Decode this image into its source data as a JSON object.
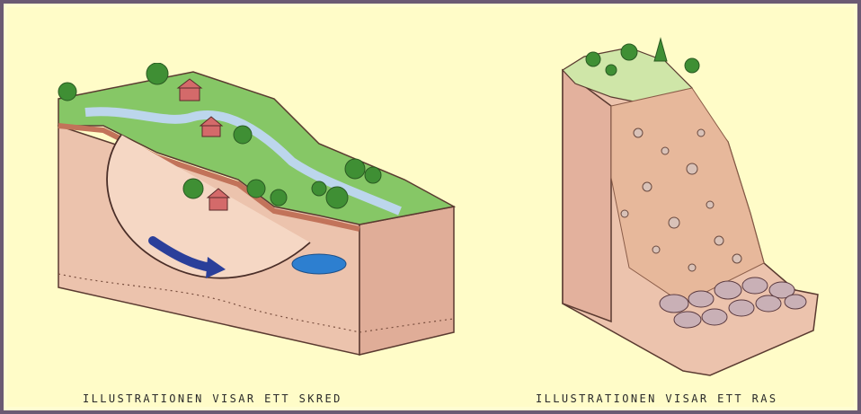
{
  "figures": [
    {
      "id": "skred",
      "caption": "ILLUSTRATIONEN VISAR ETT SKRED"
    },
    {
      "id": "ras",
      "caption": "ILLUSTRATIONEN VISAR ETT RAS"
    }
  ],
  "colors": {
    "background": "#fffcc8",
    "border": "#6b5a73",
    "soil_upper": "#f0c9b0",
    "soil_lower": "#e8b9a6",
    "grass": "#7cc35a",
    "water": "#2d7fd0",
    "arrow": "#2a3f9a",
    "rock": "#c9a8a0"
  }
}
